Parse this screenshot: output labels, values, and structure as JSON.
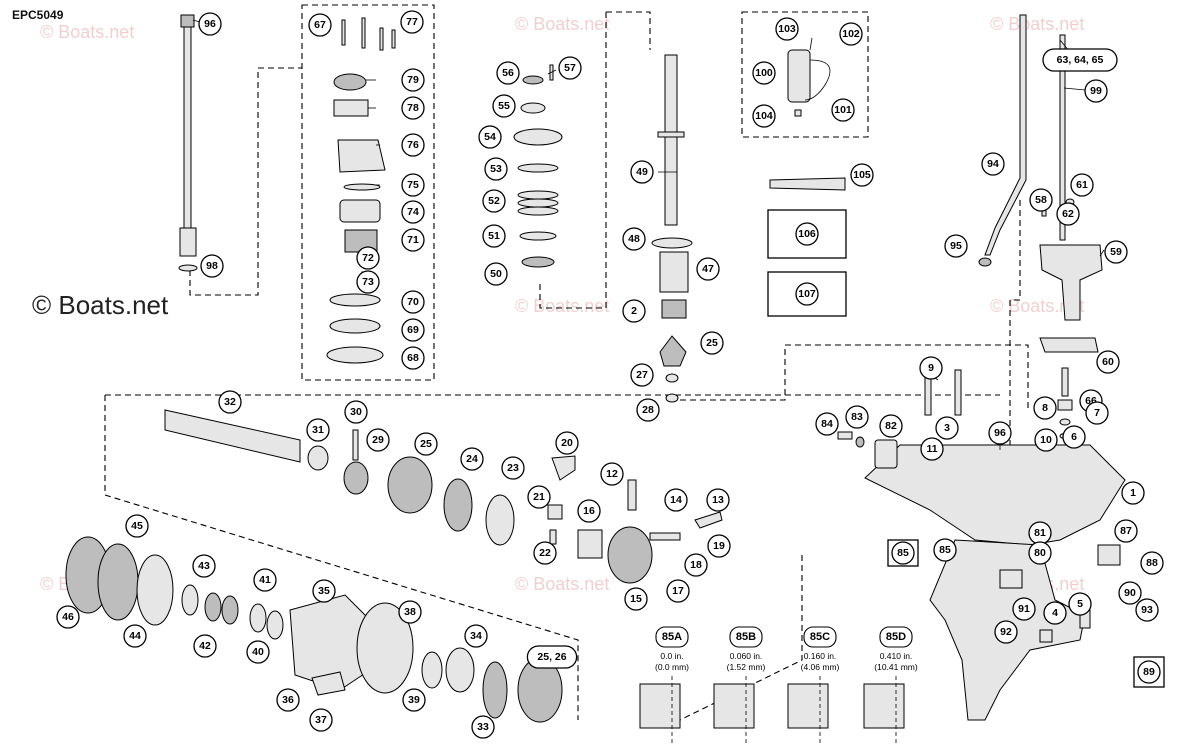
{
  "header": {
    "code": "EPC5049"
  },
  "watermark": {
    "main": "© Boats.net",
    "faint": "© Boats.net"
  },
  "callouts": [
    "96",
    "98",
    "67",
    "77",
    "79",
    "78",
    "76",
    "75",
    "74",
    "71",
    "72",
    "73",
    "70",
    "69",
    "68",
    "56",
    "57",
    "55",
    "54",
    "53",
    "52",
    "51",
    "50",
    "49",
    "48",
    "47",
    "2",
    "25",
    "27",
    "28",
    "103",
    "102",
    "100",
    "101",
    "104",
    "105",
    "63, 64, 65",
    "99",
    "94",
    "58",
    "61",
    "62",
    "95",
    "59",
    "60",
    "66",
    "8",
    "7",
    "6",
    "9",
    "3",
    "10",
    "11",
    "96",
    "84",
    "83",
    "82",
    "1",
    "32",
    "31",
    "30",
    "29",
    "25",
    "24",
    "23",
    "20",
    "12",
    "14",
    "13",
    "21",
    "16",
    "22",
    "19",
    "18",
    "17",
    "15",
    "45",
    "46",
    "44",
    "43",
    "42",
    "41",
    "40",
    "35",
    "38",
    "34",
    "39",
    "36",
    "37",
    "33",
    "25, 26",
    "87",
    "88",
    "81",
    "80",
    "85",
    "4",
    "5",
    "91",
    "92",
    "90",
    "93"
  ],
  "boxed_callouts": [
    "106",
    "107",
    "85",
    "89"
  ],
  "spec_panels": [
    {
      "label": "85A",
      "in": "0.0 in.",
      "mm": "(0.0 mm)"
    },
    {
      "label": "85B",
      "in": "0.060 in.",
      "mm": "(1.52 mm)"
    },
    {
      "label": "85C",
      "in": "0.160 in.",
      "mm": "(4.06 mm)"
    },
    {
      "label": "85D",
      "in": "0.410 in.",
      "mm": "(10.41 mm)"
    }
  ]
}
